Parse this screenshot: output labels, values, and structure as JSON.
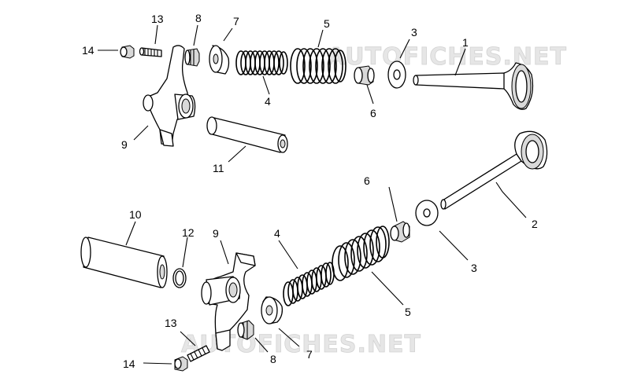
{
  "diagram": {
    "watermark": "AUTOFICHES.NET",
    "labels": [
      "1",
      "2",
      "3",
      "4",
      "5",
      "6",
      "7",
      "8",
      "9",
      "10",
      "11",
      "12",
      "13",
      "14"
    ]
  }
}
